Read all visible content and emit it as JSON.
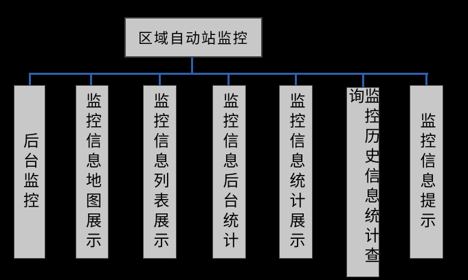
{
  "diagram": {
    "type": "org-tree",
    "root": {
      "label": "区域自动站监控"
    },
    "children": [
      {
        "label": "后台监控"
      },
      {
        "label": "监控信息地图展示"
      },
      {
        "label": "监控信息列表展示"
      },
      {
        "label": "监控信息后台统计"
      },
      {
        "label": "监控信息统计展示"
      },
      {
        "label": "监控历史信息统计查询"
      },
      {
        "label": "监控信息提示"
      }
    ],
    "colors": {
      "background": "#000000",
      "node_fill": "#c8c8c8",
      "node_border": "#3f3f3f",
      "connector": "#2f5fae",
      "text": "#000000"
    }
  }
}
